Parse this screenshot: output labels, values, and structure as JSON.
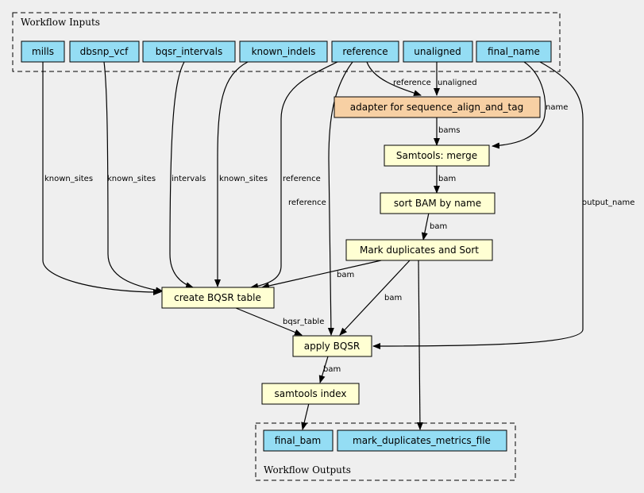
{
  "clusters": {
    "inputs_title": "Workflow Inputs",
    "outputs_title": "Workflow Outputs"
  },
  "inputs": {
    "mills": "mills",
    "dbsnp_vcf": "dbsnp_vcf",
    "bqsr_intervals": "bqsr_intervals",
    "known_indels": "known_indels",
    "reference": "reference",
    "unaligned": "unaligned",
    "final_name": "final_name"
  },
  "steps": {
    "adapter": "adapter for sequence_align_and_tag",
    "merge": "Samtools: merge",
    "sort": "sort BAM by name",
    "markdup": "Mark duplicates and Sort",
    "bqsr_table": "create BQSR table",
    "apply_bqsr": "apply BQSR",
    "index": "samtools index"
  },
  "outputs": {
    "final_bam": "final_bam",
    "metrics": "mark_duplicates_metrics_file"
  },
  "edge_labels": {
    "reference_to_adapter": "reference",
    "unaligned_to_adapter": "unaligned",
    "name_to_merge": "name",
    "bams": "bams",
    "bam_merge_sort": "bam",
    "bam_sort_markdup": "bam",
    "bam_markdup_table": "bam",
    "bam_markdup_apply": "bam",
    "bam_apply_index": "bam",
    "mills_known_sites": "known_sites",
    "dbsnp_known_sites": "known_sites",
    "intervals": "intervals",
    "indels_known_sites": "known_sites",
    "reference_to_table": "reference",
    "reference_to_apply": "reference",
    "output_name": "output_name",
    "bqsr_table": "bqsr_table"
  }
}
